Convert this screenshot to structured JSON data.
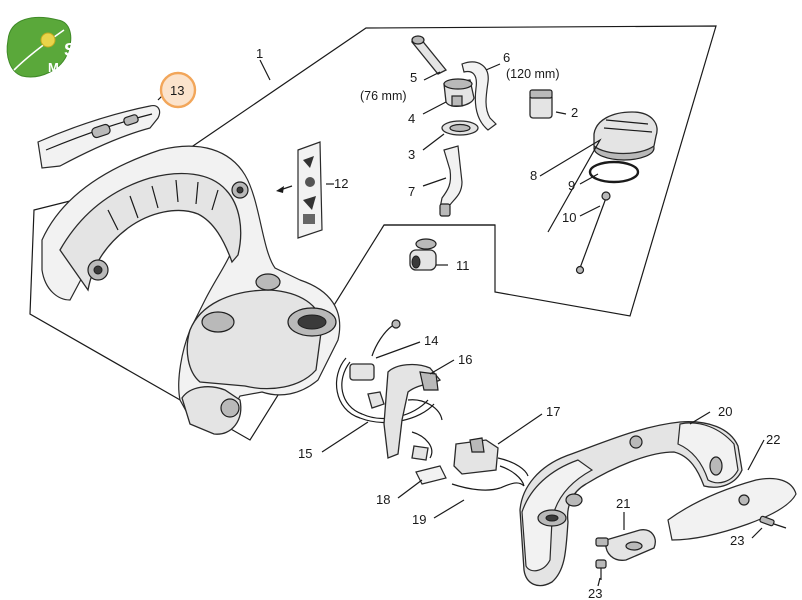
{
  "logo": {
    "line1": "SAD",
    "line2": "MARKET"
  },
  "labels": {
    "p1": "1",
    "p2": "2",
    "p3": "3",
    "p4": "4",
    "p5": "5",
    "p6": "6",
    "p7": "7",
    "p8": "8",
    "p9": "9",
    "p10": "10",
    "p11": "11",
    "p12": "12",
    "p13": "13",
    "p14": "14",
    "p15": "15",
    "p16": "16",
    "p17": "17",
    "p18": "18",
    "p19": "19",
    "p20": "20",
    "p21": "21",
    "p22": "22",
    "p23a": "23",
    "p23b": "23"
  },
  "notes": {
    "len76": "(76 mm)",
    "len120": "(120 mm)"
  },
  "colors": {
    "highlight": "#f2a65a",
    "highlight_fill": "#fbe3cc",
    "logo_green": "#5aa83a"
  }
}
